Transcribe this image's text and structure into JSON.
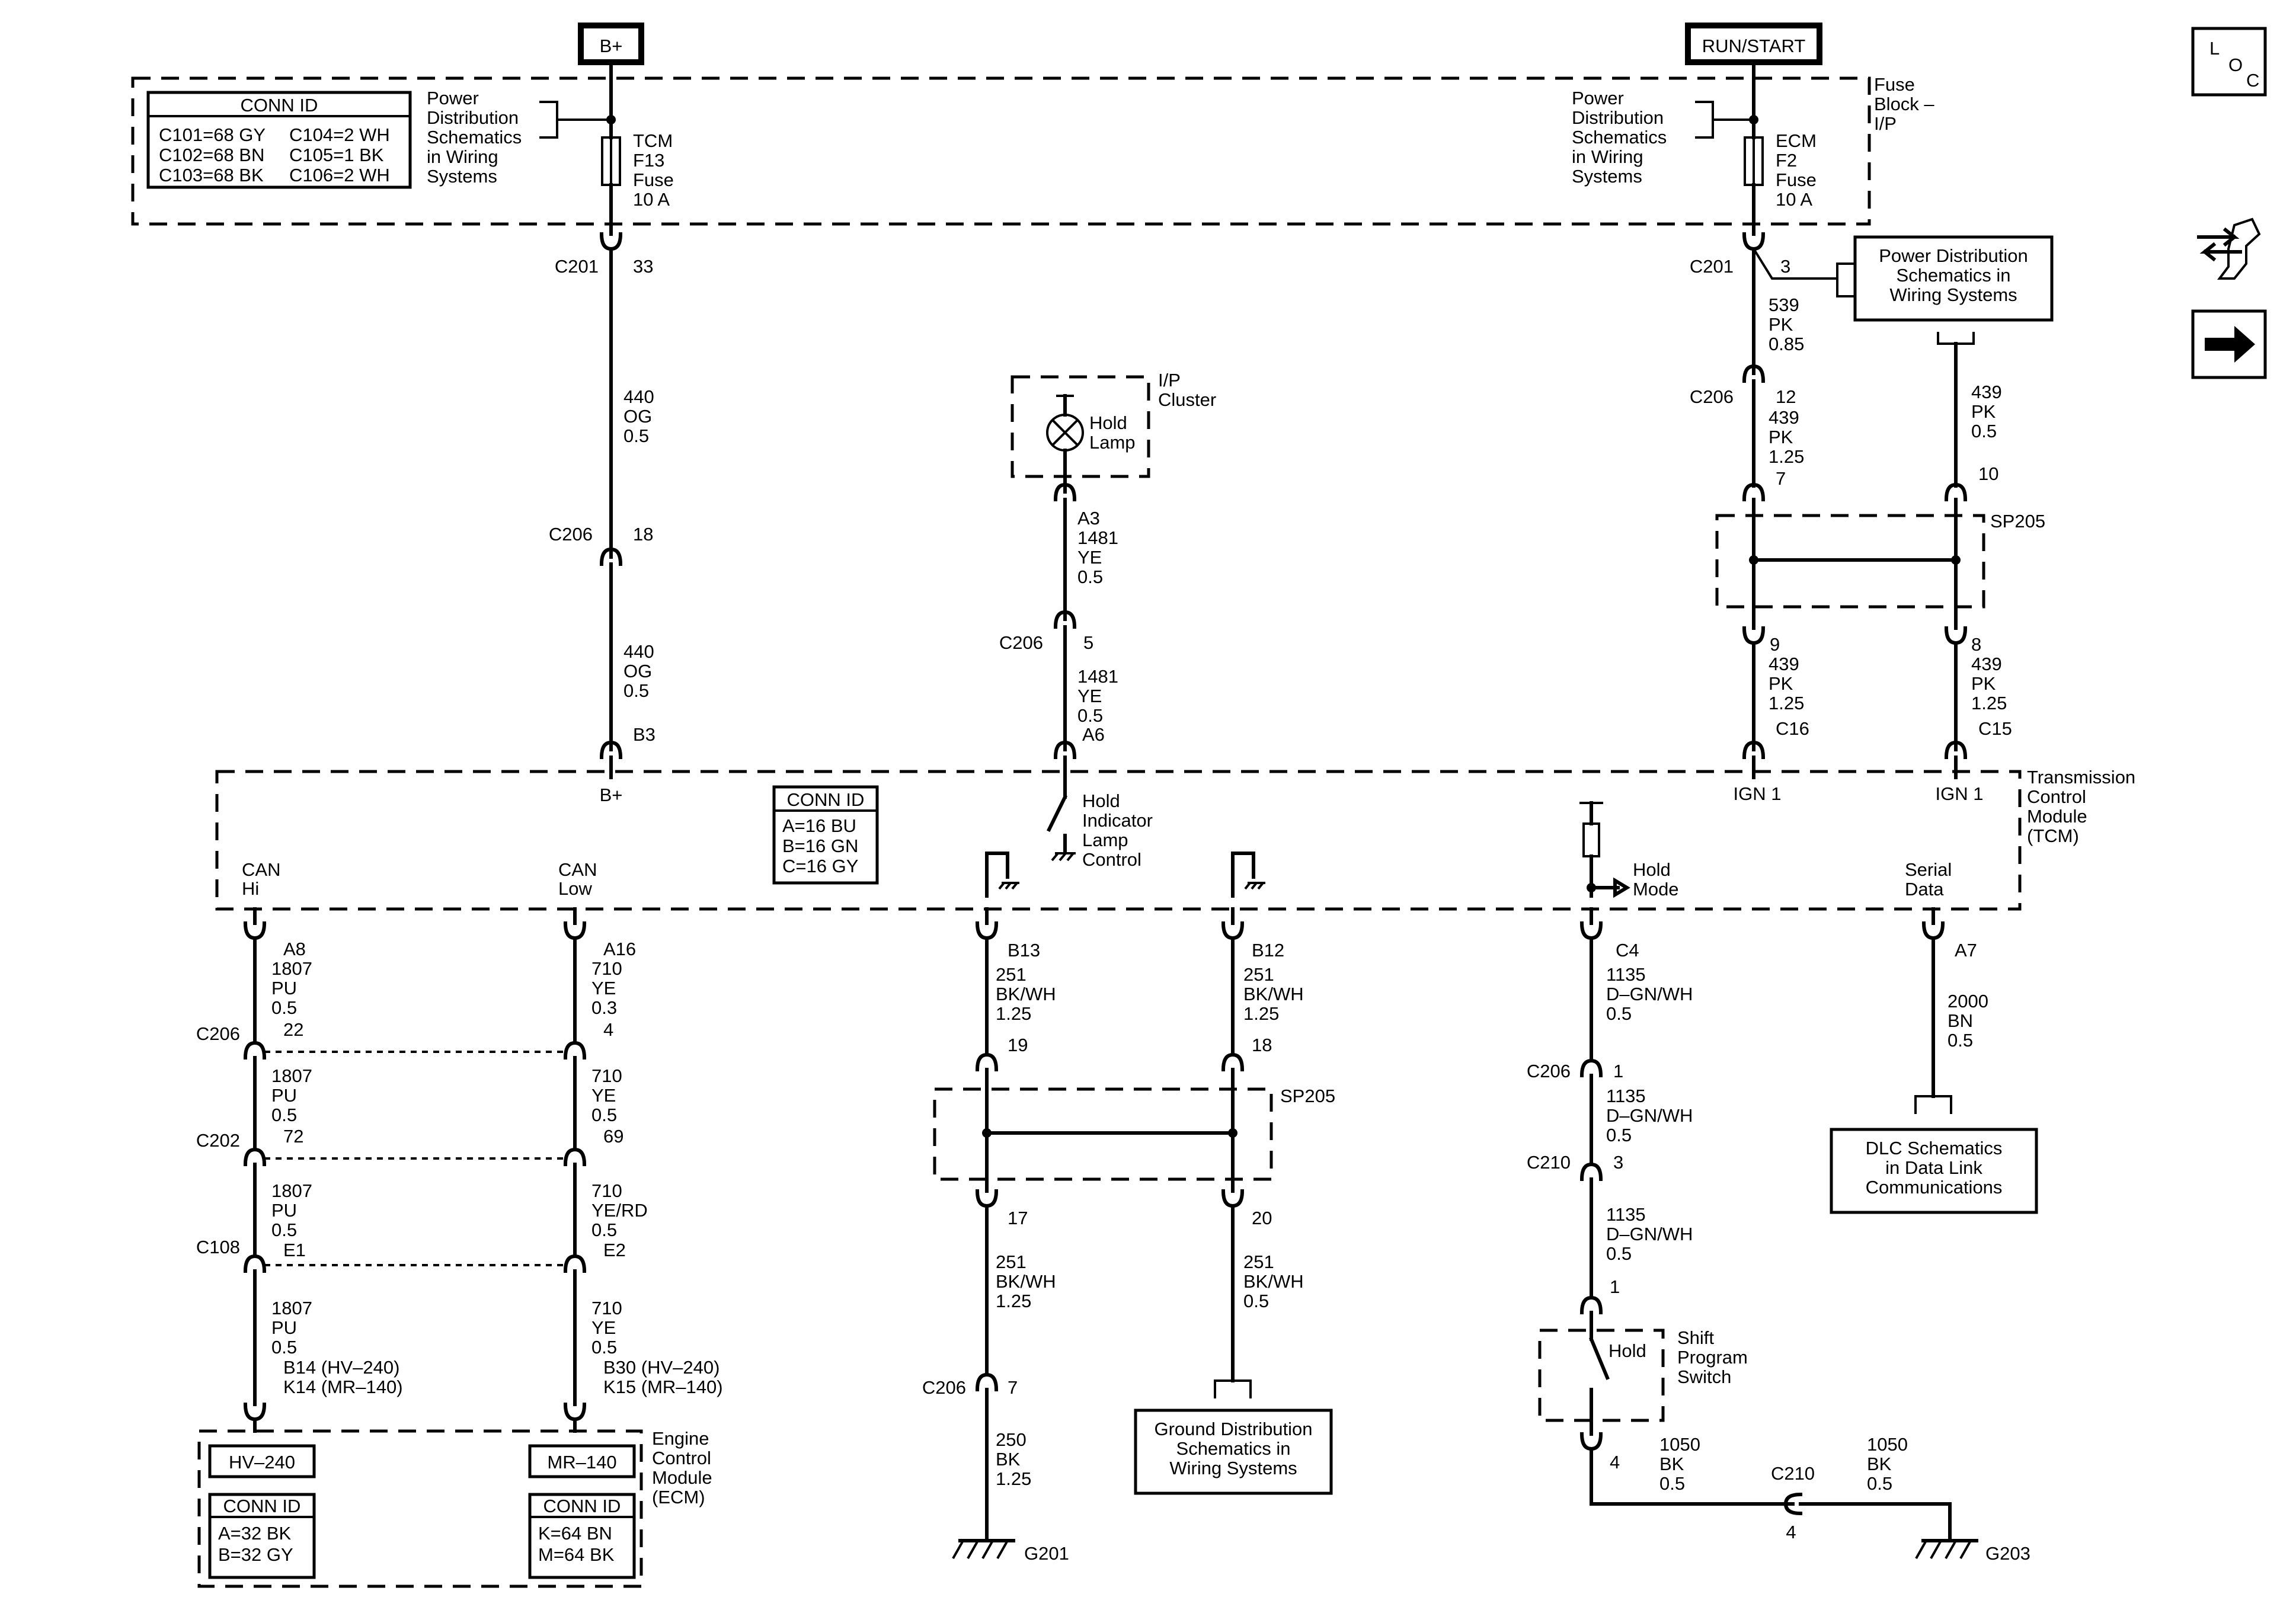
{
  "sources": {
    "bplus": "B+",
    "runstart": "RUN/START"
  },
  "nav_icons": {
    "loc": "loc-icon",
    "wrench": "wrench-arrows-icon",
    "next": "next-arrow-icon"
  },
  "loc_letters": [
    "L",
    "O",
    "C"
  ],
  "fuse_block": {
    "label": [
      "Fuse",
      "Block –",
      "I/P"
    ],
    "conn_id": {
      "title": "CONN ID",
      "rows": [
        [
          "C101=68 GY",
          "C104=2 WH"
        ],
        [
          "C102=68 BN",
          "C105=1 BK"
        ],
        [
          "C103=68 BK",
          "C106=2 WH"
        ]
      ]
    },
    "pd_left": [
      "Power",
      "Distribution",
      "Schematics",
      "in Wiring",
      "Systems"
    ],
    "pd_right": [
      "Power",
      "Distribution",
      "Schematics",
      "in Wiring",
      "Systems"
    ],
    "tcm_fuse": [
      "TCM",
      "F13",
      "Fuse",
      "10 A"
    ],
    "ecm_fuse": [
      "ECM",
      "F2",
      "Fuse",
      "10 A"
    ]
  },
  "pd_box": [
    "Power Distribution",
    "Schematics in",
    "Wiring Systems"
  ],
  "bplus_circuit": {
    "c201": "C201",
    "c201_pin": "33",
    "wire1": [
      "440",
      "OG",
      "0.5"
    ],
    "c206": "C206",
    "c206_pin": "18",
    "wire2": [
      "440",
      "OG",
      "0.5"
    ],
    "tcm_pin": "B3",
    "tcm_label": "B+"
  },
  "hold_lamp": {
    "cluster": [
      "I/P",
      "Cluster"
    ],
    "lamp": [
      "Hold",
      "Lamp"
    ],
    "pin_a3": "A3",
    "wire1": [
      "1481",
      "YE",
      "0.5"
    ],
    "c206": "C206",
    "c206_pin": "5",
    "wire2": [
      "1481",
      "YE",
      "0.5"
    ],
    "tcm_pin": "A6",
    "control": [
      "Hold",
      "Indicator",
      "Lamp",
      "Control"
    ]
  },
  "run_circuit": {
    "c201": "C201",
    "c201_pin": "3",
    "wire1": [
      "539",
      "PK",
      "0.85"
    ],
    "c206": "C206",
    "c206_pin": "12",
    "wire2": [
      "439",
      "PK",
      "1.25"
    ],
    "pin7": "7",
    "right_wire": [
      "439",
      "PK",
      "0.5"
    ],
    "pin10": "10",
    "splice": "SP205",
    "left_out": {
      "pin": "9",
      "wire": [
        "439",
        "PK",
        "1.25"
      ],
      "tcm_pin": "C16",
      "tcm_label": "IGN 1"
    },
    "right_out": {
      "pin": "8",
      "wire": [
        "439",
        "PK",
        "1.25"
      ],
      "tcm_pin": "C15",
      "tcm_label": "IGN 1"
    }
  },
  "tcm": {
    "label": [
      "Transmission",
      "Control",
      "Module",
      "(TCM)"
    ],
    "conn_id": {
      "title": "CONN ID",
      "rows": [
        "A=16 BU",
        "B=16 GN",
        "C=16 GY"
      ]
    },
    "can_hi": [
      "CAN",
      "Hi"
    ],
    "can_low": [
      "CAN",
      "Low"
    ],
    "hold_mode": [
      "Hold",
      "Mode"
    ],
    "serial": [
      "Serial",
      "Data"
    ]
  },
  "can": {
    "hi": {
      "pin": "A8",
      "w1": [
        "1807",
        "PU",
        "0.5"
      ],
      "c206_pin": "22",
      "w2": [
        "1807",
        "PU",
        "0.5"
      ],
      "c202_pin": "72",
      "w3": [
        "1807",
        "PU",
        "0.5"
      ],
      "c108_pin": "E1",
      "w4": [
        "1807",
        "PU",
        "0.5"
      ],
      "ecm_pins": [
        "B14 (HV–240)",
        "K14 (MR–140)"
      ]
    },
    "low": {
      "pin": "A16",
      "w1": [
        "710",
        "YE",
        "0.3"
      ],
      "c206_pin": "4",
      "w2": [
        "710",
        "YE",
        "0.5"
      ],
      "c202_pin": "69",
      "w3": [
        "710",
        "YE/RD",
        "0.5"
      ],
      "c108_pin": "E2",
      "w4": [
        "710",
        "YE",
        "0.5"
      ],
      "ecm_pins": [
        "B30 (HV–240)",
        "K15 (MR–140)"
      ]
    },
    "connectors": [
      "C206",
      "C202",
      "C108"
    ]
  },
  "ecm": {
    "label": [
      "Engine",
      "Control",
      "Module",
      "(ECM)"
    ],
    "hv": "HV–240",
    "mr": "MR–140",
    "conn_hv": {
      "title": "CONN ID",
      "rows": [
        "A=32 BK",
        "B=32 GY"
      ]
    },
    "conn_mr": {
      "title": "CONN ID",
      "rows": [
        "K=64 BN",
        "M=64 BK"
      ]
    }
  },
  "ground": {
    "b13": {
      "pin": "B13",
      "wire": [
        "251",
        "BK/WH",
        "1.25"
      ],
      "sp_in": "19"
    },
    "b12": {
      "pin": "B12",
      "wire": [
        "251",
        "BK/WH",
        "1.25"
      ],
      "sp_in": "18"
    },
    "splice": "SP205",
    "left_out": {
      "pin": "17",
      "wire": [
        "251",
        "BK/WH",
        "1.25"
      ]
    },
    "right_out": {
      "pin": "20",
      "wire": [
        "251",
        "BK/WH",
        "0.5"
      ]
    },
    "c206": "C206",
    "c206_pin": "7",
    "g_wire": [
      "250",
      "BK",
      "1.25"
    ],
    "g201": "G201",
    "gd_box": [
      "Ground Distribution",
      "Schematics in",
      "Wiring Systems"
    ]
  },
  "hold_switch": {
    "pin": "C4",
    "w1": [
      "1135",
      "D–GN/WH",
      "0.5"
    ],
    "c206": "C206",
    "c206_pin": "1",
    "w2": [
      "1135",
      "D–GN/WH",
      "0.5"
    ],
    "c210": "C210",
    "c210_pin": "3",
    "w3": [
      "1135",
      "D–GN/WH",
      "0.5"
    ],
    "sw_pin1": "1",
    "switch_label": "Hold",
    "switch_name": [
      "Shift",
      "Program",
      "Switch"
    ],
    "sw_pin4": "4",
    "w4": [
      "1050",
      "BK",
      "0.5"
    ],
    "c210b": "C210",
    "c210b_pin": "4",
    "w5": [
      "1050",
      "BK",
      "0.5"
    ],
    "g203": "G203"
  },
  "serial": {
    "pin": "A7",
    "wire": [
      "2000",
      "BN",
      "0.5"
    ],
    "dlc_box": [
      "DLC Schematics",
      "in Data Link",
      "Communications"
    ]
  }
}
